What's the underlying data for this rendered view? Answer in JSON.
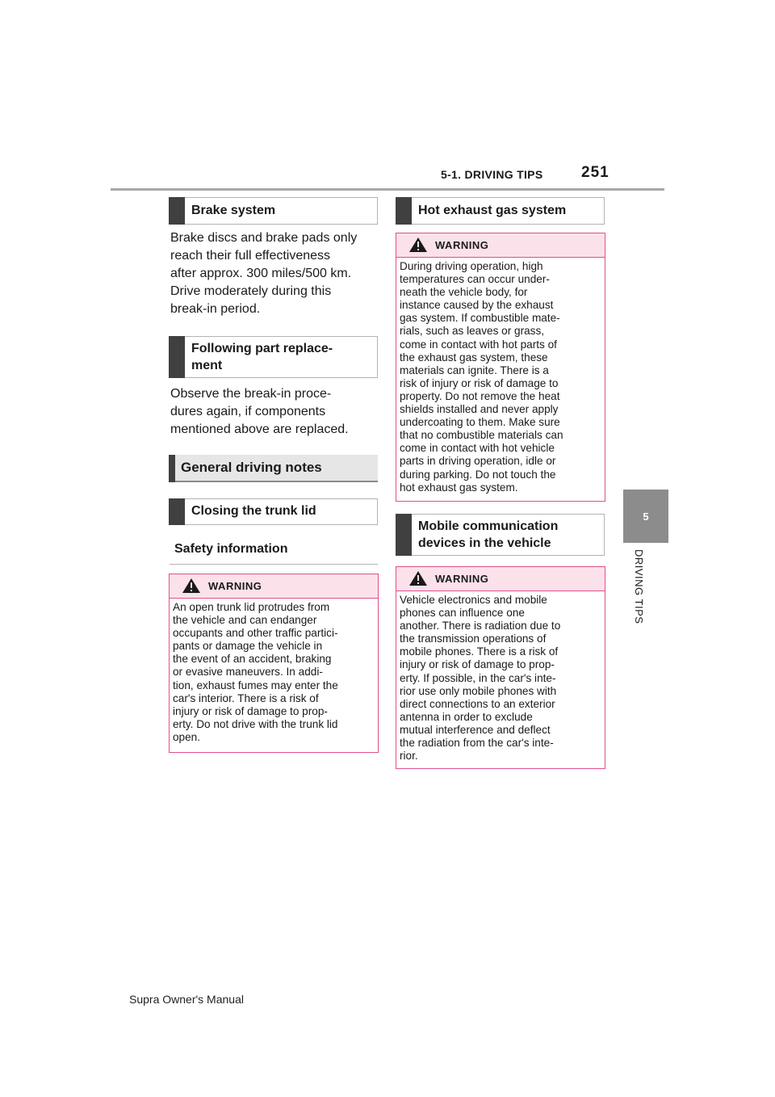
{
  "header": {
    "section": "5-1. DRIVING TIPS",
    "page_number": "251"
  },
  "side_tab": {
    "number": "5",
    "label": "DRIVING TIPS"
  },
  "left_column": {
    "brake_heading": "Brake system",
    "brake_text_lines": [
      "Brake discs and brake pads only",
      "reach their full effectiveness",
      "after approx. 300 miles/500 km.",
      "Drive moderately during this",
      "break-in period."
    ],
    "part_heading_lines": [
      "Following part replace-",
      "ment"
    ],
    "part_text_lines": [
      "Observe the break-in proce-",
      "dures again, if components",
      "mentioned above are replaced."
    ],
    "general_heading": "General driving notes",
    "trunk_heading": "Closing the trunk lid",
    "safety_heading": "Safety information",
    "warning": {
      "label": "WARNING",
      "lines": [
        "An open trunk lid protrudes from",
        "the vehicle and can endanger",
        "occupants and other traffic partici-",
        "pants or damage the vehicle in",
        "the event of an accident, braking",
        "or evasive maneuvers. In addi-",
        "tion, exhaust fumes may enter the",
        "car's interior. There is a risk of",
        "injury or risk of damage to prop-",
        "erty. Do not drive with the trunk lid",
        "open."
      ]
    }
  },
  "right_column": {
    "exhaust_heading": "Hot exhaust gas system",
    "exhaust_warning": {
      "label": "WARNING",
      "lines": [
        "During driving operation, high",
        "temperatures can occur under-",
        "neath the vehicle body, for",
        "instance caused by the exhaust",
        "gas system. If combustible mate-",
        "rials, such as leaves or grass,",
        "come in contact with hot parts of",
        "the exhaust gas system, these",
        "materials can ignite. There is a",
        "risk of injury or risk of damage to",
        "property. Do not remove the heat",
        "shields installed and never apply",
        "undercoating to them. Make sure",
        "that no combustible materials can",
        "come in contact with hot vehicle",
        "parts in driving operation, idle or",
        "during parking. Do not touch the",
        "hot exhaust gas system."
      ]
    },
    "mobile_heading_lines": [
      "Mobile communication",
      "devices in the vehicle"
    ],
    "mobile_warning": {
      "label": "WARNING",
      "lines": [
        "Vehicle electronics and mobile",
        "phones can influence one",
        "another. There is radiation due to",
        "the transmission operations of",
        "mobile phones. There is a risk of",
        "injury or risk of damage to prop-",
        "erty. If possible, in the car's inte-",
        "rior use only mobile phones with",
        "direct connections to an exterior",
        "antenna in order to exclude",
        "mutual interference and deflect",
        "the radiation from the car's inte-",
        "rior."
      ]
    }
  },
  "footer": {
    "text": "Supra Owner's Manual"
  },
  "colors": {
    "warning_border": "#e14f8c",
    "warning_fill": "#fbe1ea",
    "heading_bar": "#404040",
    "tab_gray": "#8c8c8c"
  }
}
